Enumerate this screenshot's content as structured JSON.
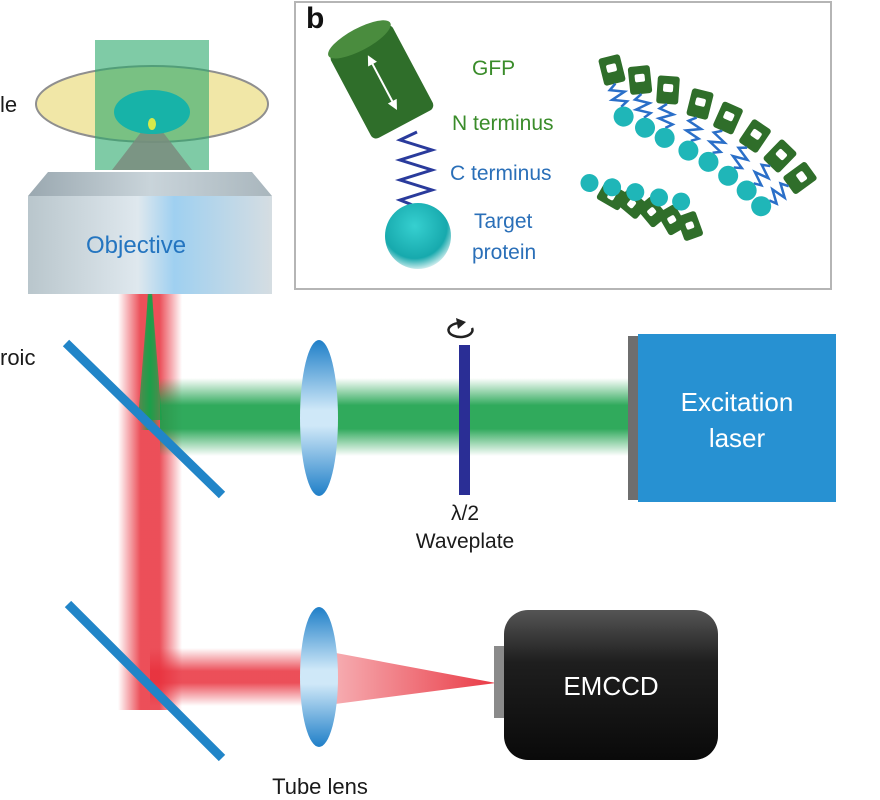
{
  "panel_b": {
    "letter": "b",
    "gfp": "GFP",
    "n_terminus": "N terminus",
    "c_terminus": "C terminus",
    "target_line1": "Target",
    "target_line2": "protein"
  },
  "labels": {
    "sample_partial": "le",
    "dichroic_partial": "roic",
    "objective": "Objective",
    "laser_line1": "Excitation",
    "laser_line2": "laser",
    "waveplate_line1": "λ/2",
    "waveplate_line2": "Waveplate",
    "camera": "EMCCD",
    "tube_lens": "Tube lens"
  },
  "colors": {
    "green_beam": "#19a04a",
    "red_beam": "#e8303c",
    "mirror_blue": "#2185c8",
    "laser_box": "#2791d2",
    "gfp_green": "#2f6e2a",
    "protein_teal": "#1fb6b8"
  }
}
